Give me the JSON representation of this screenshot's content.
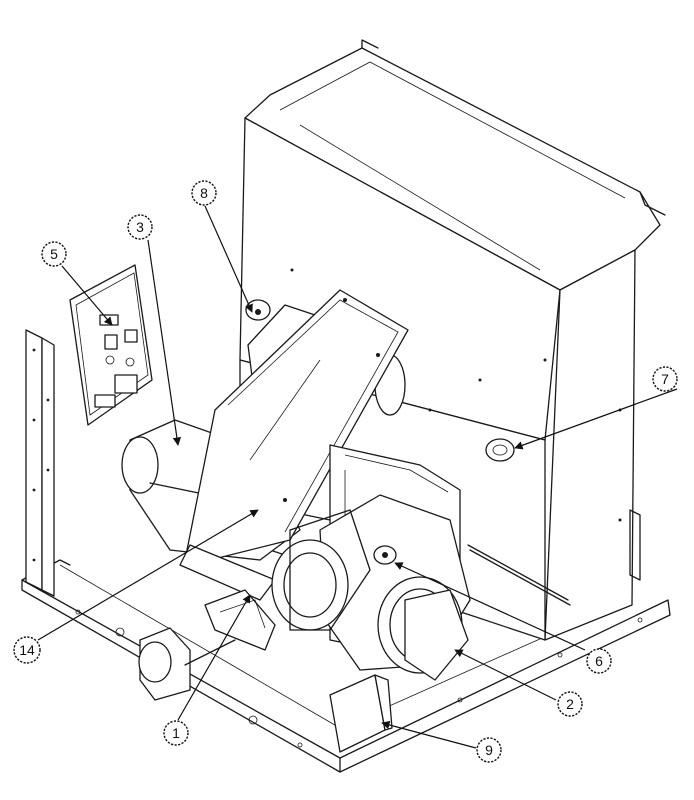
{
  "callouts": [
    {
      "id": "c1",
      "label": "1"
    },
    {
      "id": "c2",
      "label": "2"
    },
    {
      "id": "c3",
      "label": "3"
    },
    {
      "id": "c5",
      "label": "5"
    },
    {
      "id": "c6",
      "label": "6"
    },
    {
      "id": "c7",
      "label": "7"
    },
    {
      "id": "c8",
      "label": "8"
    },
    {
      "id": "c9",
      "label": "9"
    },
    {
      "id": "c14",
      "label": "14"
    }
  ],
  "colors": {
    "line": "#1a1a1a",
    "background": "#ffffff"
  }
}
